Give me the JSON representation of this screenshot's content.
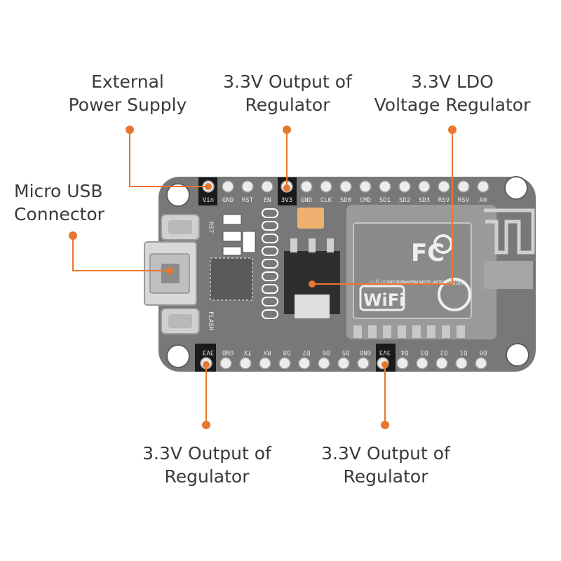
{
  "callouts": {
    "ext_power": "External\nPower Supply",
    "out_top": "3.3V Output of\nRegulator",
    "ldo": "3.3V LDO\nVoltage Regulator",
    "usb": "Micro USB\nConnector",
    "out_bottom_left": "3.3V Output of\nRegulator",
    "out_bottom_right": "3.3V Output of\nRegulator"
  },
  "top_pins": [
    "Vin",
    "GND",
    "RST",
    "EN",
    "3V3",
    "GND",
    "CLK",
    "SD0",
    "CMD",
    "SD1",
    "SD2",
    "SD3",
    "RSV",
    "RSV",
    "A0"
  ],
  "bottom_pins": [
    "3V3",
    "GND",
    "TX",
    "RX",
    "D8",
    "D7",
    "D6",
    "D5",
    "GND",
    "3V3",
    "D4",
    "D3",
    "D2",
    "D1",
    "D0"
  ],
  "button_labels": {
    "rst": "RST",
    "flash": "FLASH"
  },
  "module_text": [
    "MODEL",
    "VENDOR",
    "ESP8266MOD",
    "ISM 2.4GHz",
    "PA +25dBm",
    "802.11b/g/n"
  ],
  "module_logo": "FC",
  "wifi_logo": "WiFi",
  "colors": {
    "accent": "#e8772e",
    "board": "#777777",
    "text": "#3a3a3a",
    "highlight": "#1a1a1a"
  }
}
